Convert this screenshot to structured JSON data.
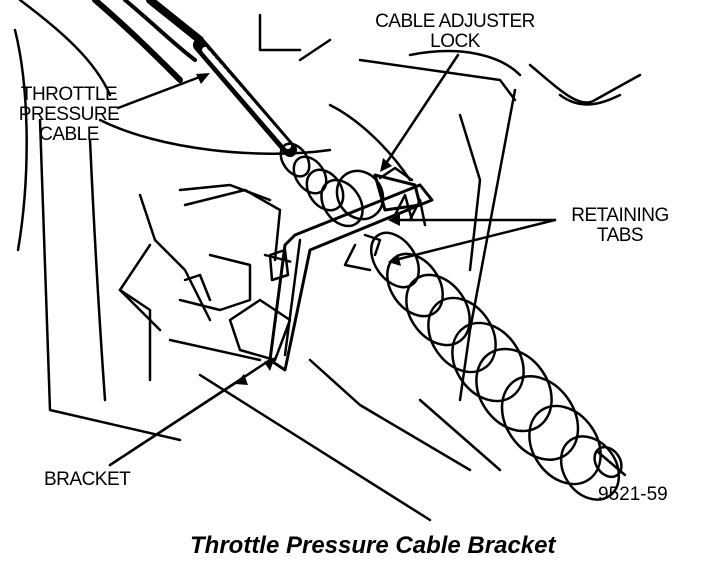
{
  "labels": {
    "throttle_pressure_cable": [
      "THROTTLE",
      "PRESSURE",
      "CABLE"
    ],
    "cable_adjuster_lock": [
      "CABLE ADJUSTER",
      "LOCK"
    ],
    "retaining_tabs": [
      "RETAINING",
      "TABS"
    ],
    "bracket": "BRACKET"
  },
  "figure_number": "9521-59",
  "caption": "Throttle Pressure Cable Bracket",
  "colors": {
    "ink": "#000000",
    "paper": "#ffffff"
  }
}
